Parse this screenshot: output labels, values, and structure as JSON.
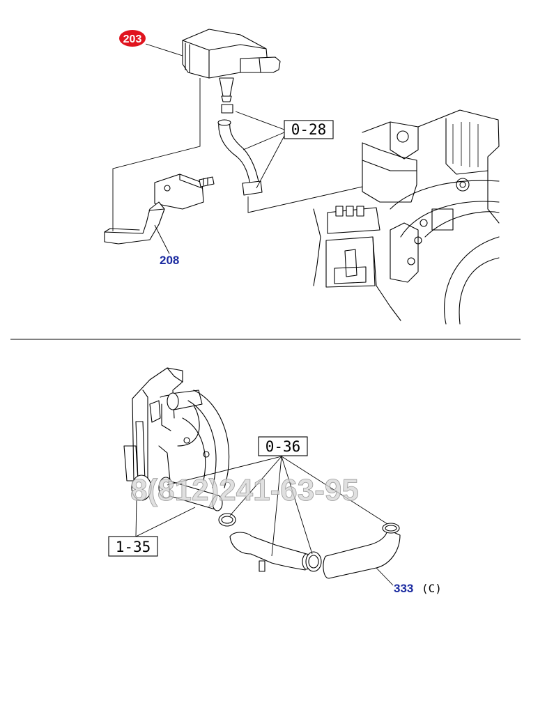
{
  "callouts": {
    "part_203": "203",
    "part_208": "208",
    "part_333": "333",
    "part_333_suffix": "(C)",
    "ref_028": "0-28",
    "ref_036": "0-36",
    "ref_135": "1-35"
  },
  "watermark": "8(812)241-63-95",
  "colors": {
    "badge_red": "#e0141e",
    "number_blue": "#1a2aa0",
    "line": "#000000"
  }
}
